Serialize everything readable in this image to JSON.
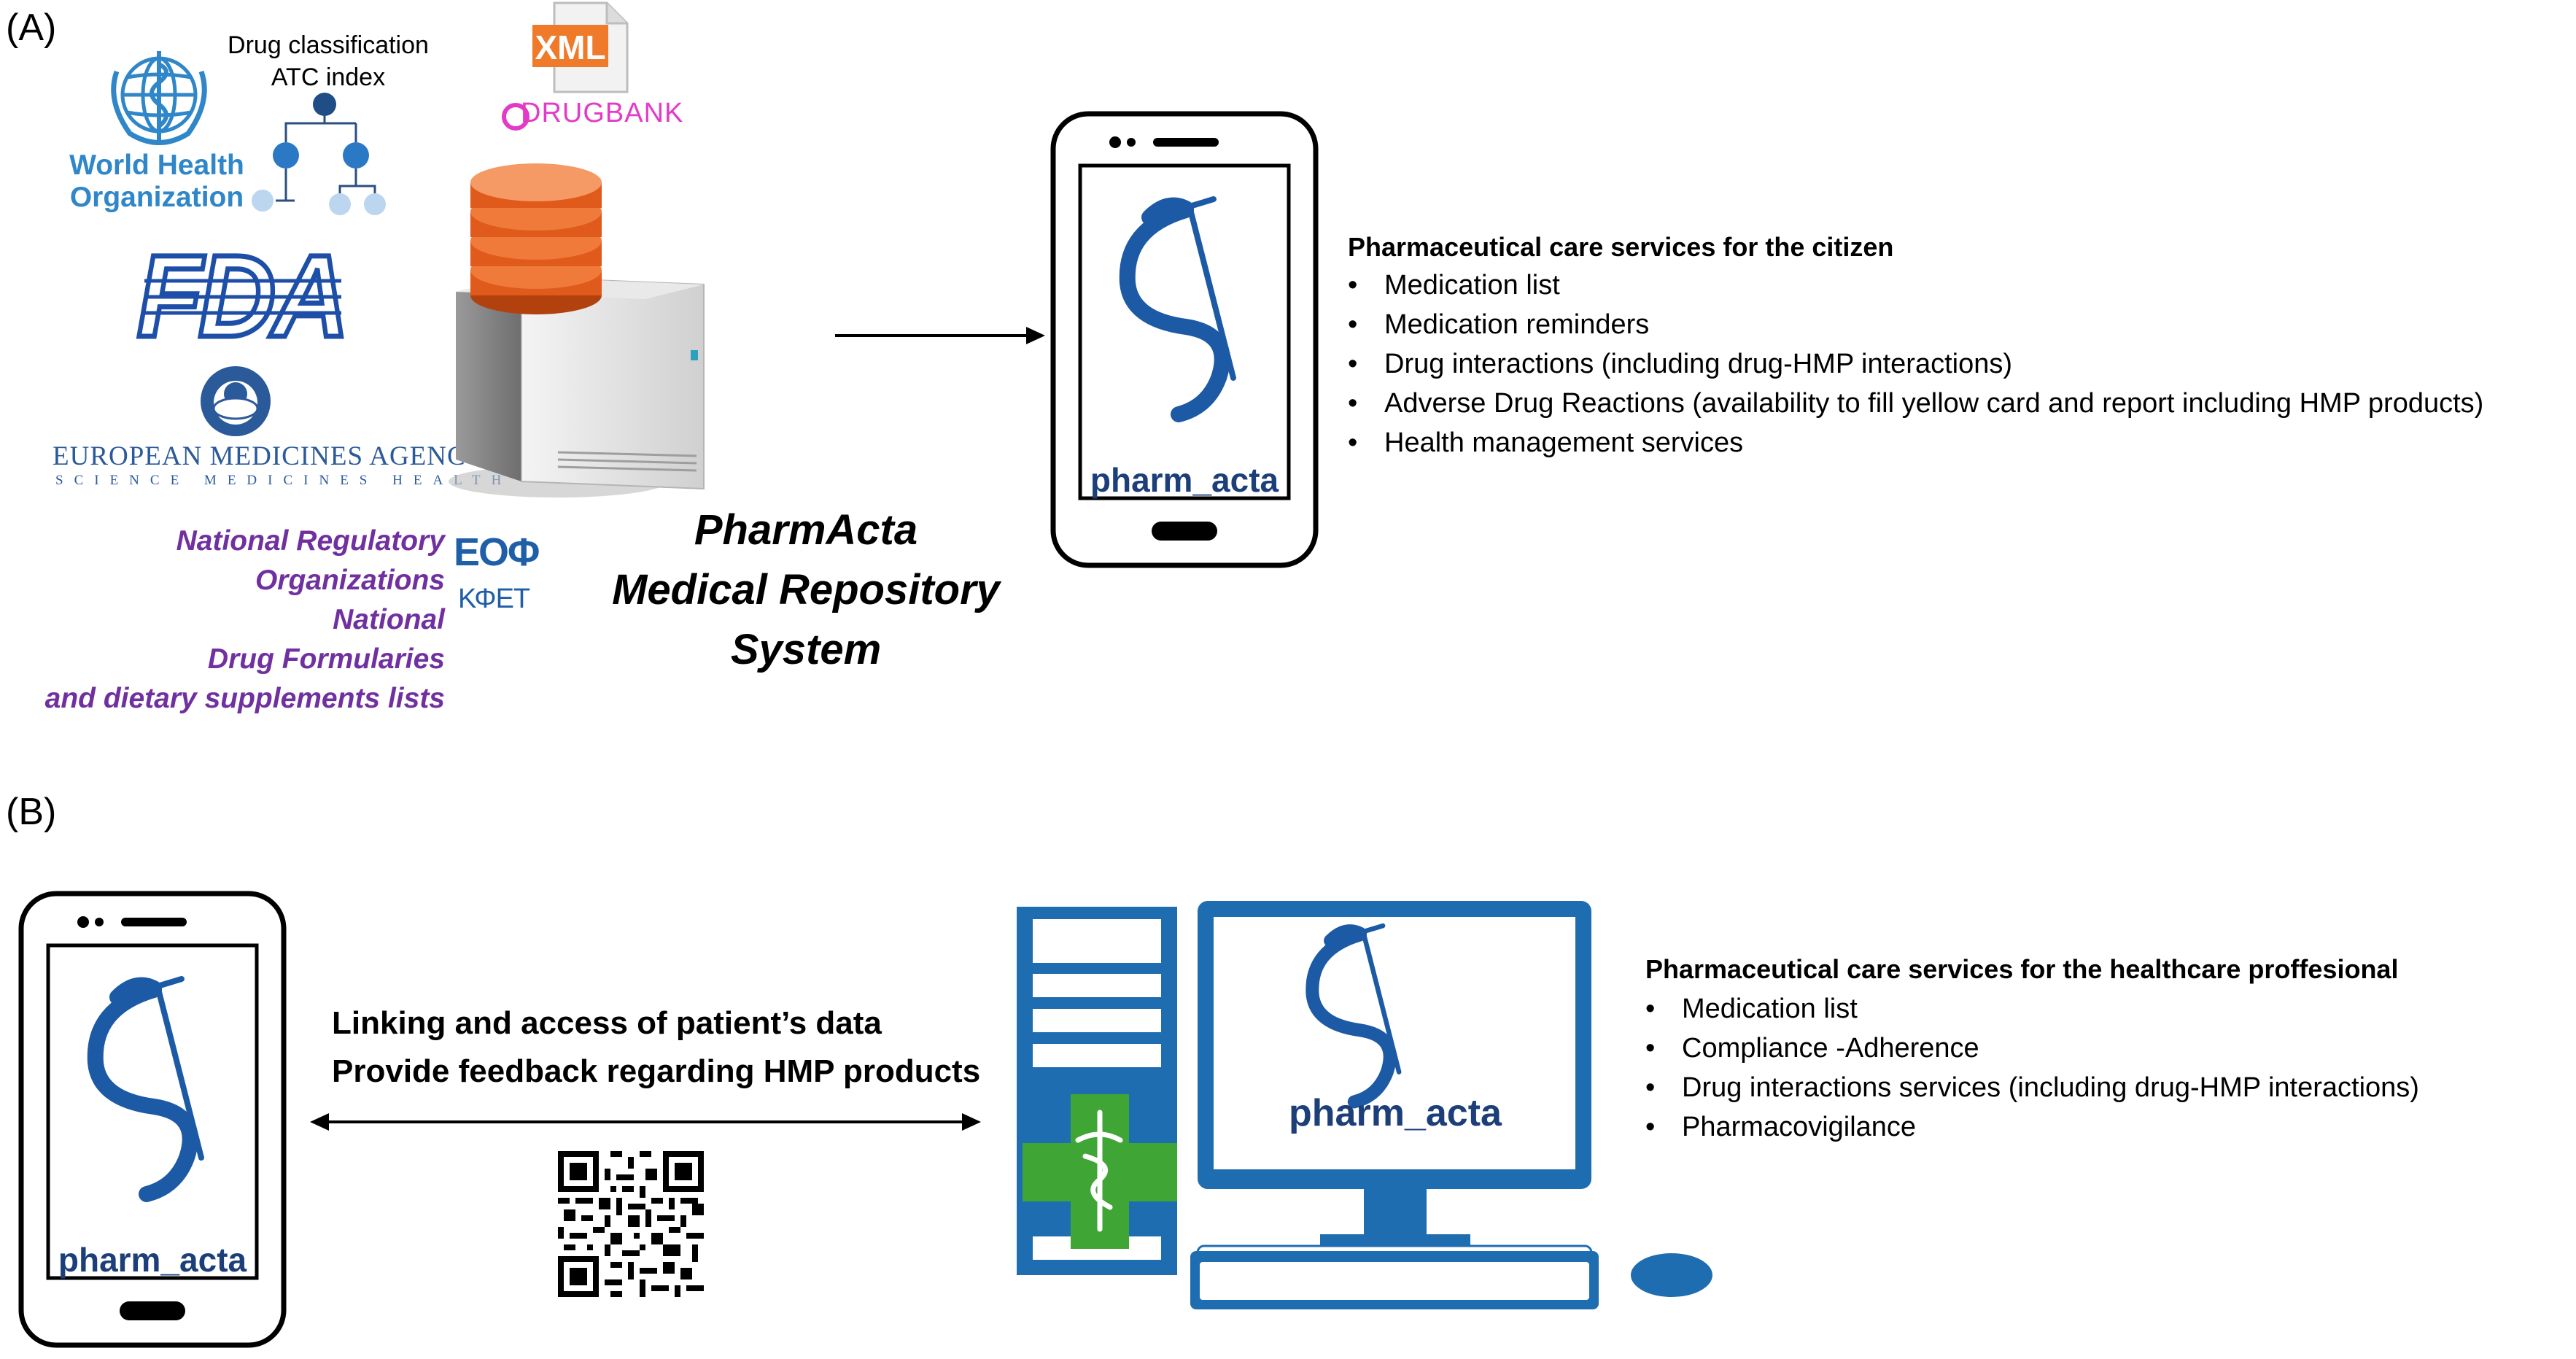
{
  "panels": {
    "a_label": "(A)",
    "b_label": "(B)"
  },
  "sources": {
    "who": {
      "name_line1": "World Health",
      "name_line2": "Organization"
    },
    "atc": {
      "title_line1": "Drug classification",
      "title_line2": "ATC index"
    },
    "xml_label": "XML",
    "drugbank": "DRUGBANK",
    "fda": "FDA",
    "ema": {
      "name": "EUROPEAN MEDICINES AGENCY",
      "subtitle": "SCIENCE MEDICINES HEALTH"
    },
    "regulatory_lines": [
      "National Regulatory",
      "Organizations",
      "National",
      "Drug Formularies",
      "and dietary supplements lists"
    ],
    "eof_logo": "ΕΟΦ",
    "kdet_logo": "ΚΦΕΤ"
  },
  "system": {
    "line1": "PharmActa",
    "line2": "Medical Repository",
    "line3": "System"
  },
  "app_label": "pharm_acta",
  "citizen_services": {
    "heading": "Pharmaceutical care services for the citizen",
    "items": [
      "Medication list",
      "Medication reminders",
      "Drug interactions (including drug-HMP interactions)",
      "Adverse Drug Reactions (availability to fill yellow card and report including HMP products)",
      "Health management services"
    ]
  },
  "link": {
    "line1": "Linking and access of patient’s data",
    "line2": "Provide feedback regarding HMP products"
  },
  "professional_services": {
    "heading": "Pharmaceutical care services for the healthcare proffesional",
    "items": [
      "Medication list",
      "Compliance -Adherence",
      "Drug interactions services (including drug-HMP interactions)",
      "Pharmacovigilance"
    ]
  },
  "colors": {
    "brand_blue": "#1c5aa6",
    "computer_blue": "#1f6db1",
    "database_orange": "#e05a1c",
    "regulatory_purple": "#7030a0",
    "who_blue": "#2f86c8",
    "drugbank_pink": "#e33bc8",
    "pharmacy_green": "#3fa535"
  }
}
